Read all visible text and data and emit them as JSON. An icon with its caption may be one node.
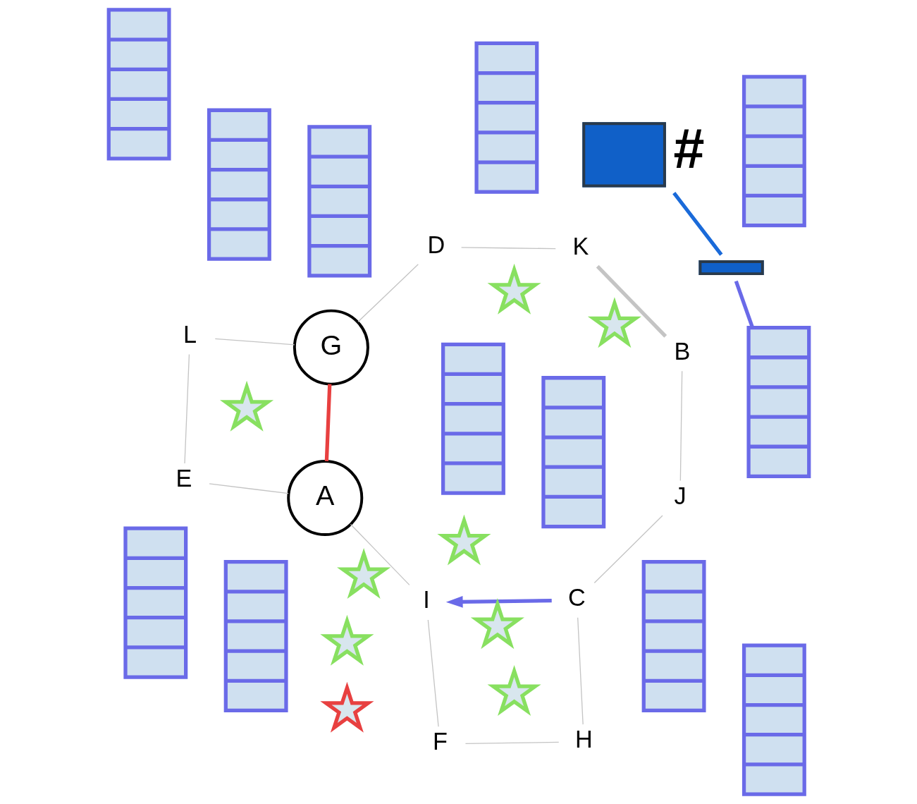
{
  "diagram": {
    "nodes": [
      {
        "text": [
          "A"
        ]
      },
      {
        "text": [
          "B"
        ]
      },
      {
        "text": [
          "C"
        ]
      },
      {
        "text": [
          "D"
        ]
      },
      {
        "text": [
          "E"
        ]
      },
      {
        "text": [
          "F"
        ]
      },
      {
        "text": [
          "G"
        ]
      },
      {
        "text": [
          "H"
        ]
      },
      {
        "text": [
          "I"
        ]
      },
      {
        "text": [
          "J"
        ]
      },
      {
        "text": [
          "K"
        ]
      },
      {
        "text": [
          "L"
        ]
      },
      {
        "text": [],
        "shape": "bar",
        "beside": [
          "#"
        ]
      },
      {
        "text": [],
        "shape": "bar"
      },
      {
        "text": [],
        "shape": "box"
      },
      {
        "text": [],
        "shape": "box"
      },
      {
        "text": [],
        "shape": "box"
      },
      {
        "text": [],
        "shape": "box"
      },
      {
        "text": [],
        "shape": "box"
      },
      {
        "text": [],
        "shape": "box"
      },
      {
        "text": [],
        "shape": "box"
      },
      {
        "text": [],
        "shape": "box"
      },
      {
        "text": [],
        "shape": "box"
      },
      {
        "text": [],
        "shape": "box"
      },
      {
        "text": [],
        "shape": "box"
      },
      {
        "text": [],
        "shape": "box"
      },
      {
        "text": [],
        "shape": "star"
      },
      {
        "text": [],
        "shape": "star"
      },
      {
        "text": [],
        "shape": "star"
      },
      {
        "text": [],
        "shape": "star"
      },
      {
        "text": [],
        "shape": "star"
      },
      {
        "text": [],
        "shape": "star"
      },
      {
        "text": [],
        "shape": "star"
      },
      {
        "text": [],
        "shape": "star"
      },
      {
        "text": [],
        "shape": "star"
      }
    ],
    "edges": [
      {
        "from": 0,
        "to": 6,
        "arrow": "none",
        "style": "thick",
        "color": "#e84040"
      },
      {
        "from": 1,
        "to": 10,
        "arrow": "none",
        "style": "thick"
      },
      {
        "from": 2,
        "to": 8,
        "arrow": "to",
        "style": "thick",
        "color": "#6a6ae8"
      },
      {
        "from": 0,
        "to": 4,
        "arrow": "none"
      },
      {
        "from": 0,
        "to": 8,
        "arrow": "none"
      },
      {
        "from": 1,
        "to": 9,
        "arrow": "none"
      },
      {
        "from": 2,
        "to": 9,
        "arrow": "none"
      },
      {
        "from": 2,
        "to": 7,
        "arrow": "none"
      },
      {
        "from": 3,
        "to": 10,
        "arrow": "none"
      },
      {
        "from": 3,
        "to": 6,
        "arrow": "none"
      },
      {
        "from": 4,
        "to": 11,
        "arrow": "none"
      },
      {
        "from": 5,
        "to": 8,
        "arrow": "none"
      },
      {
        "from": 5,
        "to": 7,
        "arrow": "none"
      },
      {
        "from": 11,
        "to": 6,
        "arrow": "none"
      },
      {
        "from": 12,
        "to": 13,
        "arrow": "none",
        "style": "thick",
        "color": "#1a6ad9"
      },
      {
        "from": 21,
        "to": 13,
        "arrow": "none",
        "style": "thick",
        "color": "#6a6ae8"
      }
    ]
  }
}
